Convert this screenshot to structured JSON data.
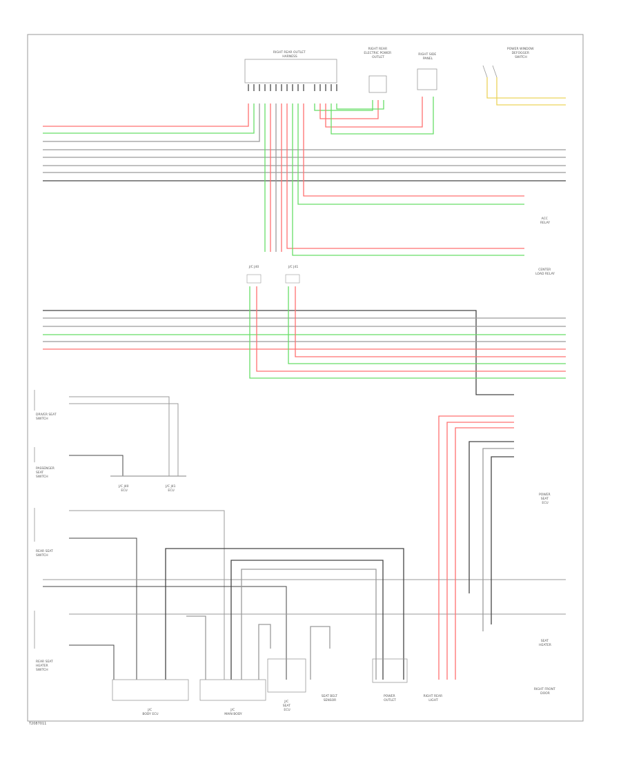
{
  "page": {
    "footer_id": "T2087011"
  },
  "connectors": {
    "top_main": {
      "label_lines": [
        "RIGHT REAR OUTLET",
        "HARNESS"
      ]
    },
    "top_2": {
      "label_lines": [
        "RIGHT REAR",
        "ELECTRIC POWER",
        "OUTLET"
      ]
    },
    "top_3": {
      "label_lines": [
        "RIGHT SIDE",
        "PANEL"
      ]
    },
    "top_4": {
      "label_lines": [
        "POWER WINDOW",
        "DEFOGGER",
        "SWITCH"
      ]
    },
    "mid_j1": {
      "label": "J/C J40"
    },
    "mid_j2": {
      "label": "J/C J41"
    }
  },
  "right_labels": {
    "r1": [
      "ACC",
      "RELAY"
    ],
    "r2": [
      "CENTER",
      "LOAD RELAY"
    ]
  },
  "left_switches": [
    {
      "lines": [
        "DRIVER SEAT",
        "SWITCH"
      ]
    },
    {
      "lines": [
        "PASSENGER",
        "SEAT",
        "SWITCH"
      ]
    },
    {
      "lines": [
        "REAR SEAT",
        "SWITCH"
      ]
    },
    {
      "lines": [
        "REAR SEAT",
        "HEATER",
        "SWITCH"
      ]
    }
  ],
  "bottom_blocks": [
    {
      "lines": [
        "J/C",
        "BODY ECU"
      ]
    },
    {
      "lines": [
        "J/C",
        "MAIN BODY"
      ]
    },
    {
      "lines": [
        "J/C",
        "SEAT",
        "ECU"
      ]
    },
    {
      "lines": [
        "SEAT BELT",
        "SENSOR"
      ]
    },
    {
      "lines": [
        "POWER",
        "OUTLET"
      ]
    },
    {
      "lines": [
        "RIGHT REAR",
        "LIGHT"
      ]
    }
  ],
  "right_blocks": [
    {
      "lines": [
        "POWER",
        "SEAT",
        "ECU"
      ]
    },
    {
      "lines": [
        "SEAT",
        "HEATER"
      ]
    },
    {
      "lines": [
        "RIGHT FRONT",
        "DOOR"
      ]
    }
  ],
  "mid_junctions": [
    {
      "lines": [
        "J/C J40",
        "ECU"
      ]
    },
    {
      "lines": [
        "J/C J41",
        "ECU"
      ]
    }
  ],
  "colors": {
    "red": "#ff6f6f",
    "green": "#66dd66",
    "gray": "#9a9a9a",
    "dark": "#444444",
    "yellow": "#ecd35a",
    "frame": "#999999"
  }
}
